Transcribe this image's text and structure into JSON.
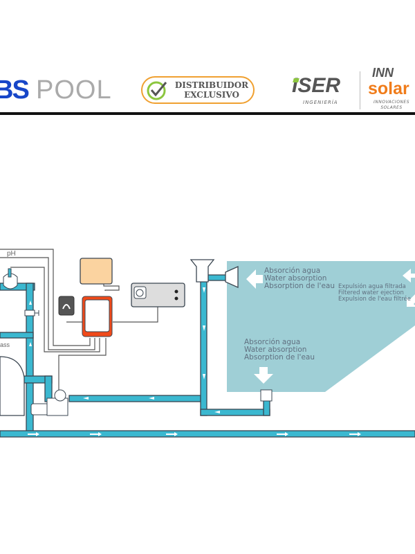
{
  "header": {
    "logo_left_a": "BS",
    "logo_left_b": "POOL",
    "badge_line1": "DISTRIBUIDOR",
    "badge_line2": "EXCLUSIVO",
    "iser": "ISER",
    "iser_sub": "INGENIERÍA",
    "inn": "INN",
    "solar": "solar",
    "inn_sub": "INNOVACIONES SOLARES"
  },
  "diagram": {
    "ph_label": "pH",
    "bypass_label": "ass",
    "skimmer_label": [
      "Absorción agua",
      "Water absorption",
      "Absorption de l'eau"
    ],
    "return_label": [
      "Expulsión agua filtrada",
      "Filtered water ejection",
      "Expulsion de l'eau filtrée"
    ],
    "drain_label": [
      "Absorción agua",
      "Water absorption",
      "Absorption de l'eau"
    ],
    "colors": {
      "pipe": "#3bb8d0",
      "pool": "#9fcfd6",
      "controller": "#f04a1a",
      "tank": "#fbd3a0"
    }
  }
}
